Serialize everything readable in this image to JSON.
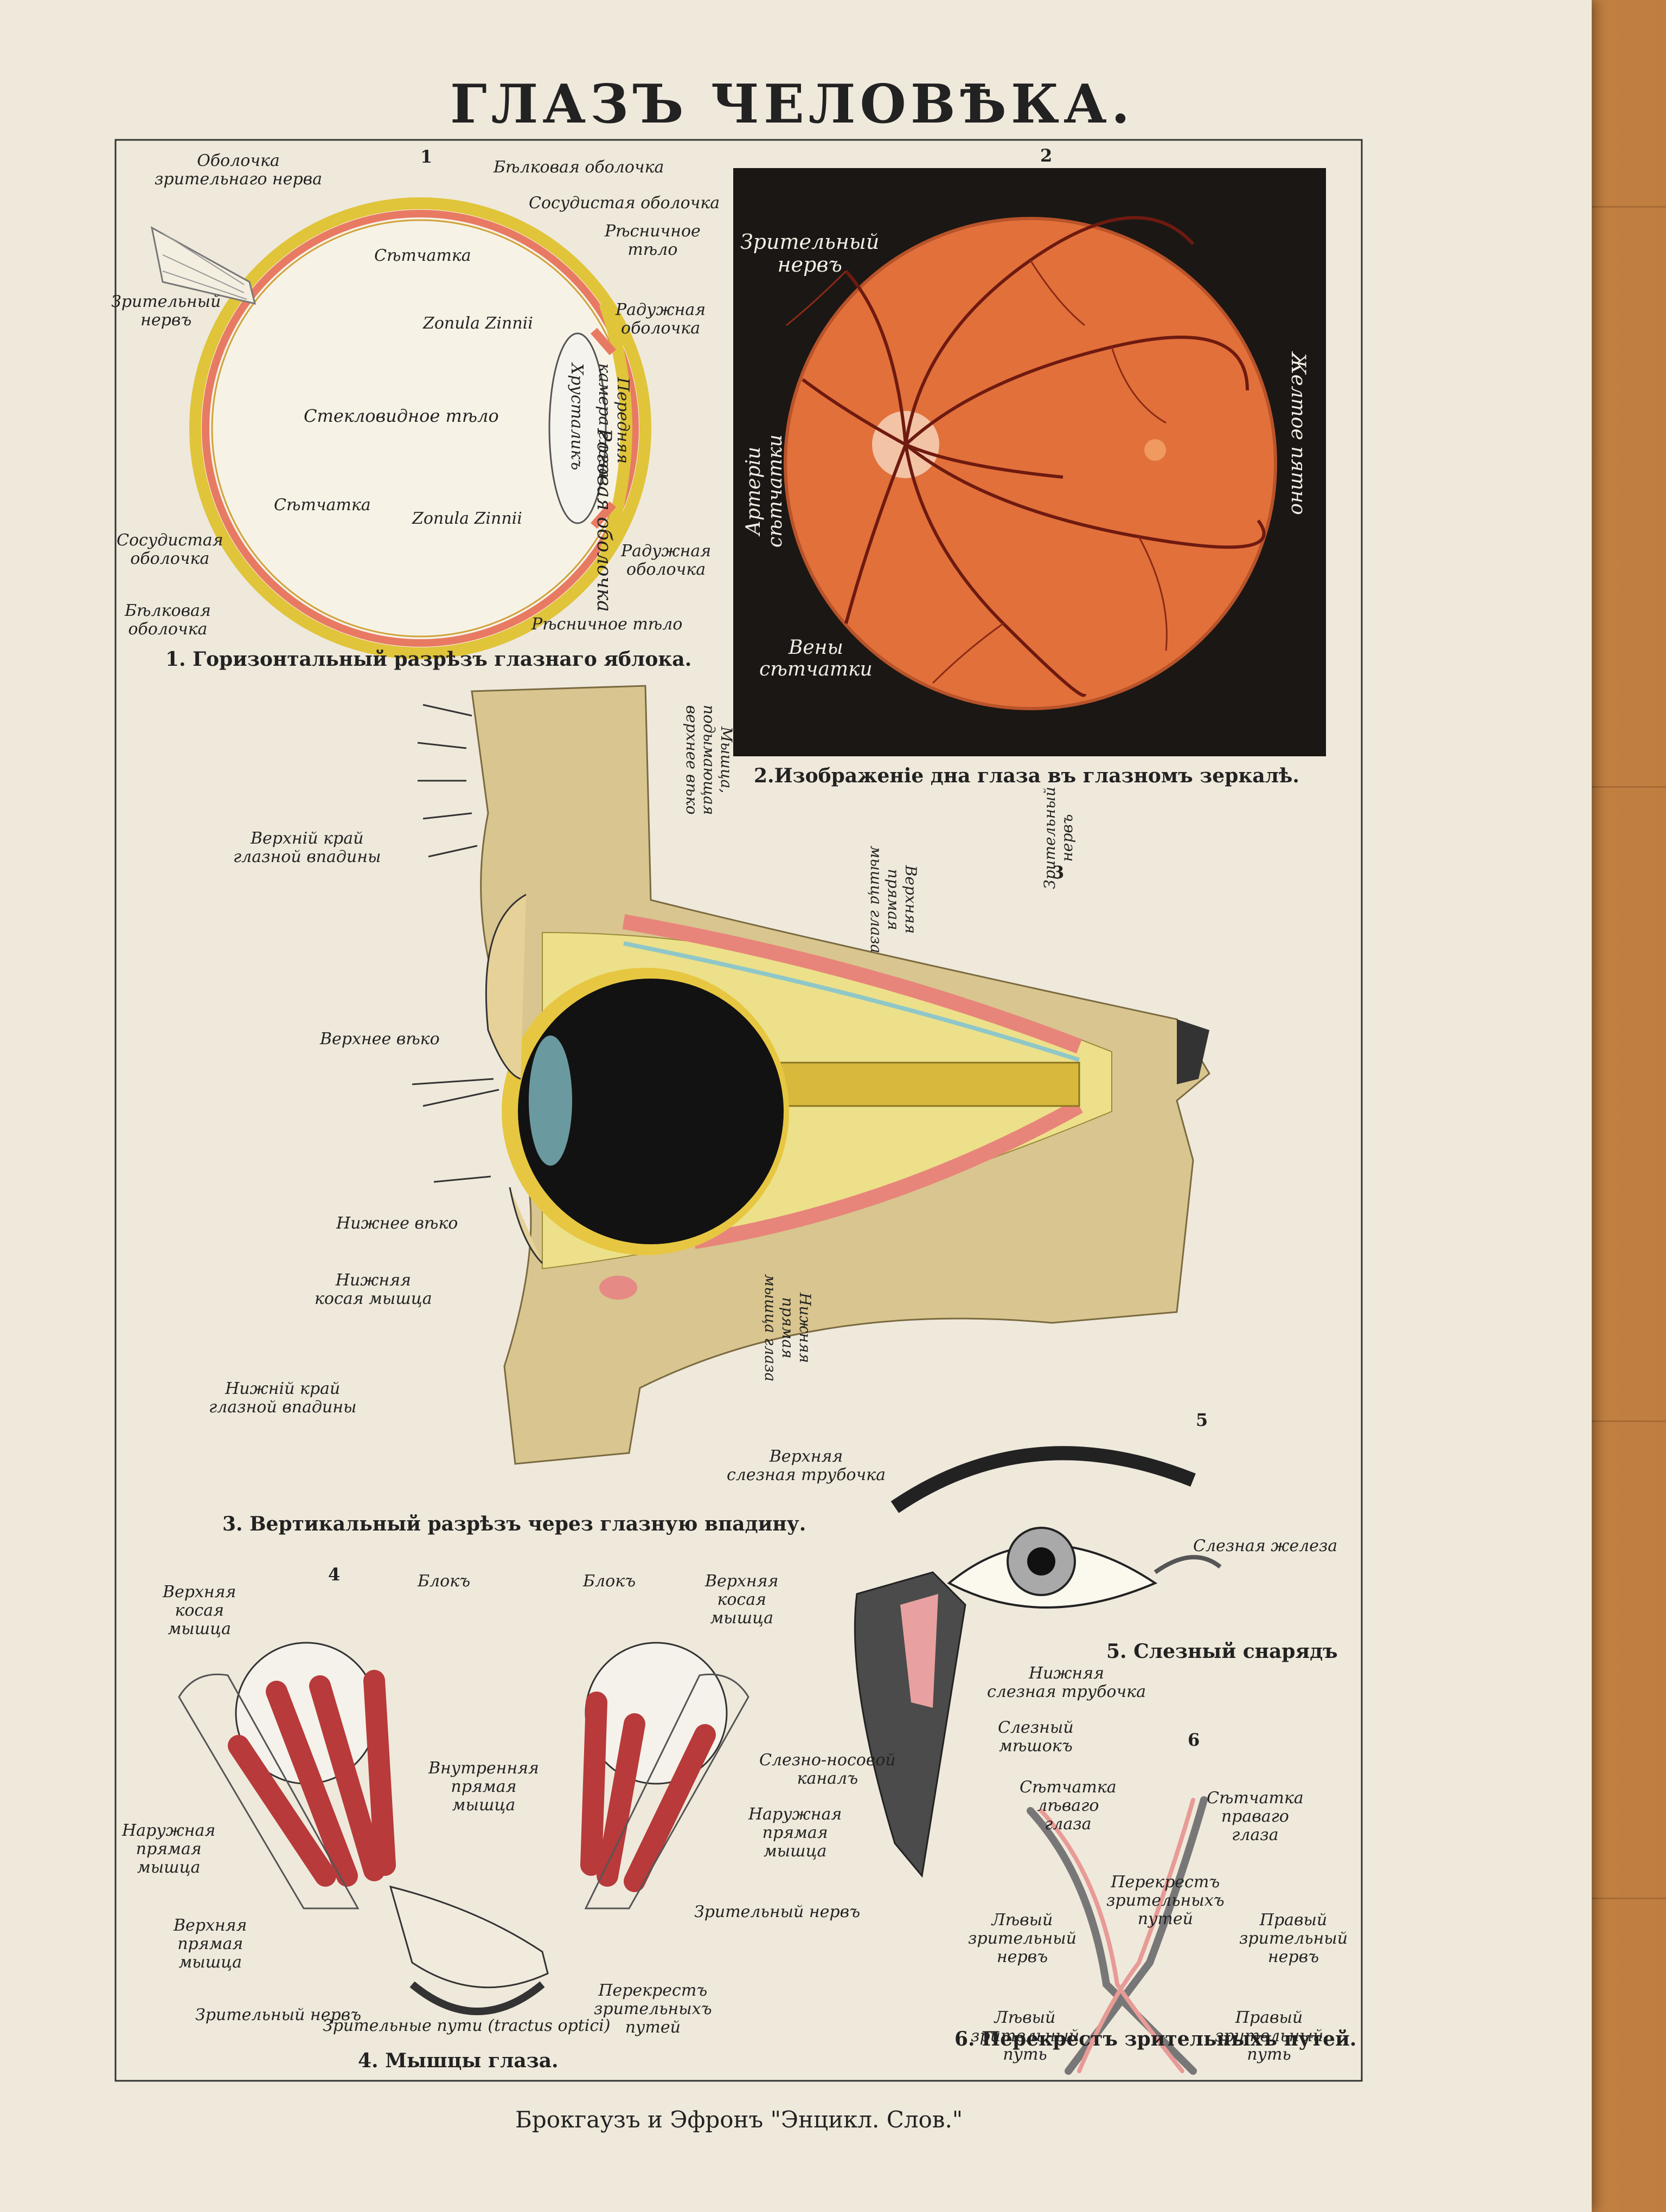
{
  "title": "ГЛАЗЪ ЧЕЛОВѢКА.",
  "footer": "Брокгаузъ и Эфронъ \"Энцикл. Слов.\"",
  "fig1": {
    "number": "1",
    "caption": "1. Горизонтальный разрѣзъ глазнаго яблока.",
    "labels": {
      "optic_sheath": "Оболочка\nзрительнаго нерва",
      "sclera_top": "Бѣлковая оболочка",
      "choroid_top": "Сосудистая оболочка",
      "ciliary_top": "Рѣсничное\nтѣло",
      "retina_top": "Сѣтчатка",
      "optic_nerve": "Зрительный\nнервъ",
      "zonula_top": "Zonula Zinnii",
      "iris_top": "Радужная\nоболочка",
      "cornea": "Роговая оболочка",
      "anterior_chamber": "Передняя\nкамера глаза",
      "lens": "Хрусталикъ",
      "vitreous": "Стекловидное тѣло",
      "retina_bottom": "Сѣтчатка",
      "zonula_bottom": "Zonula Zinnii",
      "choroid_bottom": "Сосудистая\nоболочка",
      "iris_bottom": "Радужная\nоболочка",
      "sclera_bottom": "Бѣлковая\nоболочка",
      "ciliary_bottom": "Рѣсничное тѣло"
    }
  },
  "fig2": {
    "number": "2",
    "caption": "2.Изображеніе дна глаза въ глазномъ зеркалѣ.",
    "labels": {
      "optic_nerve": "Зрительный\nнервъ",
      "arteries": "Артеріи\nсѣтчатки",
      "veins": "Вены\nсѣтчатки",
      "macula": "Желтое пятно"
    }
  },
  "fig3": {
    "number": "3",
    "caption": "3. Вертикальный разрѣзъ через глазную впадину.",
    "labels": {
      "upper_rim": "Верхній край\nглазной впадины",
      "levator": "Мышца,\nподымающая\nверхнее вѣко",
      "superior_rectus": "Верхняя\nпрямая\nмышца глаза",
      "optic_nerve": "Зрительный\nнервъ",
      "upper_lid": "Верхнее вѣко",
      "lower_lid": "Нижнее вѣко",
      "inferior_oblique": "Нижняя\nкосая мышца",
      "inferior_rectus": "Нижняя\nпрямая\nмышца глаза",
      "lower_rim": "Нижній край\nглазной впадины"
    }
  },
  "fig4": {
    "number": "4",
    "caption": "4. Мышцы глаза.",
    "labels": {
      "sup_oblique_left": "Верхняя\nкосая\nмышца",
      "trochlea_left": "Блокъ",
      "trochlea_right": "Блокъ",
      "sup_oblique_right": "Верхняя\nкосая\nмышца",
      "internal_rectus": "Внутренняя\nпрямая\nмышца",
      "external_rectus_left": "Наружная\nпрямая\nмышца",
      "external_rectus_right": "Наружная\nпрямая\nмышца",
      "superior_rectus": "Верхняя\nпрямая\nмышца",
      "optic_nerve_right": "Зрительный нервъ",
      "optic_nerve_left": "Зрительный нервъ",
      "chiasm": "Перекрестъ\nзрительныхъ\nпутей",
      "tracts": "Зрительные пути (tractus optici)"
    }
  },
  "fig5": {
    "number": "5",
    "caption": "5. Слезный снарядъ",
    "labels": {
      "upper_canaliculus": "Верхняя\nслезная трубочка",
      "gland": "Слезная железа",
      "lower_canaliculus": "Нижняя\nслезная трубочка",
      "sac": "Слезный\nмѣшокъ",
      "duct": "Слезно-носовой\nканалъ"
    }
  },
  "fig6": {
    "number": "6",
    "caption": "6. Перекрестъ зрительныхъ путей.",
    "labels": {
      "left_retina": "Сѣтчатка\nлѣваго\nглаза",
      "right_retina": "Сѣтчатка\nправаго\nглаза",
      "chiasm": "Перекрестъ\nзрительныхъ\nпутей",
      "left_nerve": "Лѣвый\nзрительный\nнервъ",
      "right_nerve": "Правый\nзрительный\nнервъ",
      "left_tract": "Лѣвый\nзрительный\nпуть",
      "right_tract": "Правый\nзрительный\nпуть"
    }
  }
}
